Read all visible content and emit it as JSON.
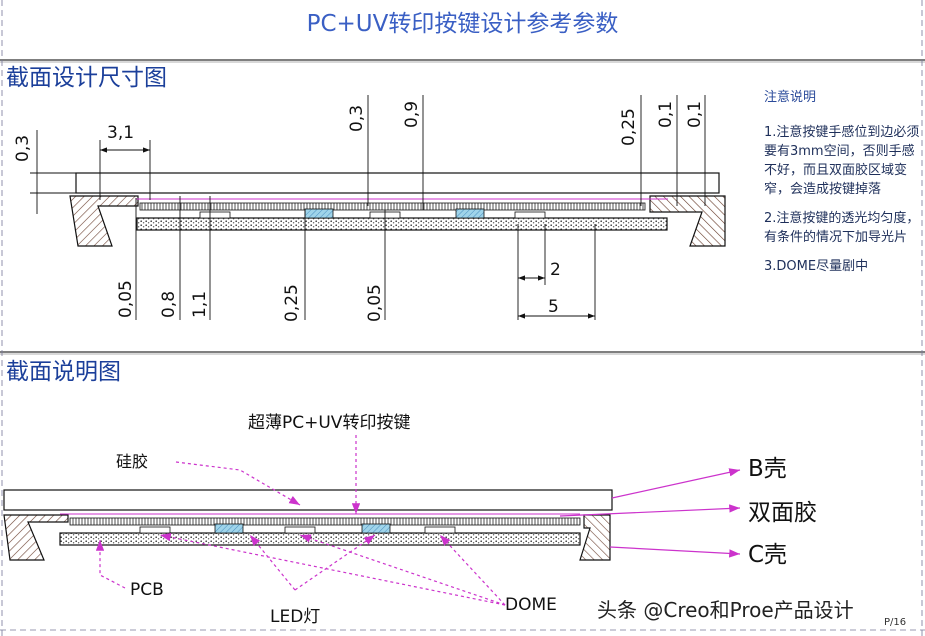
{
  "title": "PC+UV转印按键设计参考参数",
  "section1_title": "截面设计尺寸图",
  "section2_title": "截面说明图",
  "dimensions_top": [
    "0,3",
    "3,1",
    "0,3",
    "0,9",
    "0,25",
    "0,1",
    "0,1"
  ],
  "dimensions_bottom": [
    "0,05",
    "0,8",
    "1,1",
    "0,25",
    "0,05",
    "2",
    "5"
  ],
  "notes": {
    "title": "注意说明",
    "items": [
      "1.注意按键手感位到边必须要有3mm空间，否则手感不好，而且双面胶区域变窄，会造成按键掉落",
      "2.注意按键的透光均匀度，有条件的情况下加导光片",
      "3.DOME尽量剧中"
    ]
  },
  "labels": {
    "keys": "超薄PC+UV转印按键",
    "silicone": "硅胶",
    "b_shell": "B壳",
    "tape": "双面胶",
    "c_shell": "C壳",
    "pcb": "PCB",
    "led": "LED灯",
    "dome": "DOME"
  },
  "watermark": "头条 @Creo和Proe产品设计",
  "page_number": "P/16",
  "colors": {
    "title": "#3a5fc4",
    "section": "#1b3f9a",
    "callout": "#cc33cc",
    "frame": "#333333",
    "dash": "#777799"
  }
}
